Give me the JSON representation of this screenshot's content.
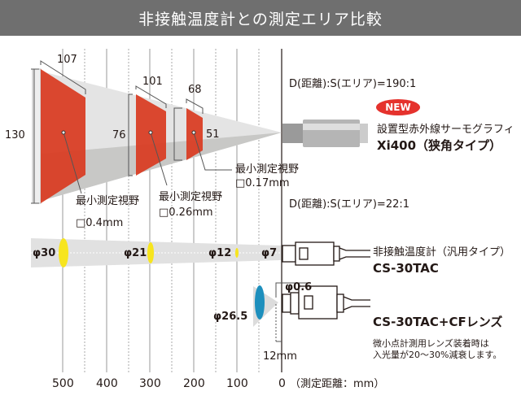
{
  "title": "非接触温度計との測定エリア比較",
  "xi400": {
    "ratio": "D(距離):S(エリア)=190:1",
    "badge": "NEW",
    "subtitle": "設置型赤外線サーモグラフィ",
    "name": "Xi400（狭角タイプ）",
    "dims": {
      "w1": "107",
      "h1": "130",
      "w2": "101",
      "h2": "76",
      "w3": "68",
      "h3": "51"
    },
    "min_label": "最小測定視野",
    "min1": "□0.4mm",
    "min2": "□0.26mm",
    "min3": "□0.17mm"
  },
  "cs30": {
    "ratio": "D(距離):S(エリア)=22:1",
    "subtitle": "非接触温度計（汎用タイプ）",
    "name": "CS-30TAC",
    "spots": [
      "φ30",
      "φ21",
      "φ12",
      "φ7"
    ]
  },
  "cf": {
    "name": "CS-30TAC+CFレンズ",
    "spot_focus": "φ0.6",
    "spot_far": "φ26.5",
    "focal": "12mm",
    "note1": "微小点計測用レンズ装着時は",
    "note2": "入光量が20～30%減衰します。"
  },
  "axis": {
    "ticks": [
      "500",
      "400",
      "300",
      "200",
      "100",
      "0"
    ],
    "unit": "（測定距離：mm）"
  }
}
